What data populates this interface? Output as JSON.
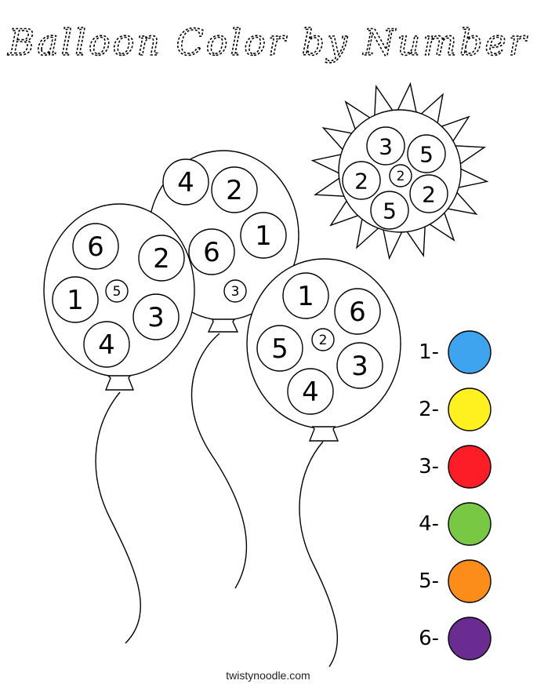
{
  "title": "Balloon Color by Number",
  "footer": "twistynoodle.com",
  "balloons": [
    {
      "name": "left",
      "numbers": [
        "6",
        "2",
        "1",
        "5",
        "3",
        "4"
      ]
    },
    {
      "name": "middle",
      "numbers": [
        "4",
        "2",
        "6",
        "1",
        "3"
      ]
    },
    {
      "name": "right",
      "numbers": [
        "1",
        "6",
        "5",
        "2",
        "3",
        "4"
      ]
    }
  ],
  "sun": {
    "numbers": [
      "3",
      "5",
      "2",
      "2",
      "2",
      "5"
    ]
  },
  "key": [
    {
      "label": "1-",
      "color": "#3fa4f0",
      "color_name": "blue"
    },
    {
      "label": "2-",
      "color": "#fff01f",
      "color_name": "yellow"
    },
    {
      "label": "3-",
      "color": "#fc1d27",
      "color_name": "red"
    },
    {
      "label": "4-",
      "color": "#79c843",
      "color_name": "green"
    },
    {
      "label": "5-",
      "color": "#fd8d1b",
      "color_name": "orange"
    },
    {
      "label": "6-",
      "color": "#6a2c91",
      "color_name": "purple"
    }
  ]
}
